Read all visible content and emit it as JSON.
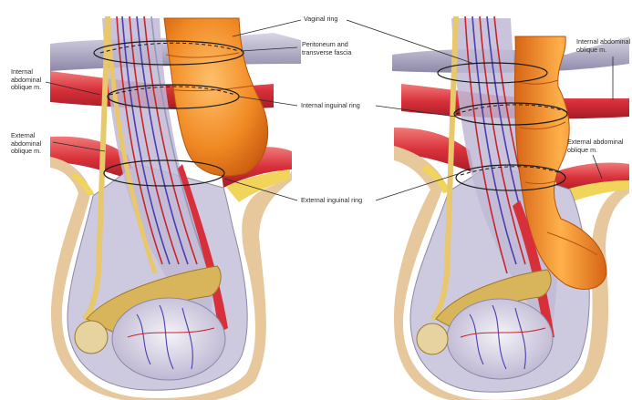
{
  "labels": {
    "vaginal_ring": "Vaginal ring",
    "peritoneum": [
      "Peritoneum and",
      "transverse fascia"
    ],
    "internal_oblique_left": [
      "Internal",
      "abdominal",
      "oblique m."
    ],
    "external_oblique_left": [
      "External",
      "abdominal",
      "oblique m."
    ],
    "internal_inguinal_ring": "Internal inguinal ring",
    "external_inguinal_ring": "External inguinal ring",
    "internal_oblique_right": [
      "Internal abdominal",
      "oblique m."
    ],
    "external_oblique_right": [
      "External abdominal",
      "oblique m."
    ]
  },
  "colors": {
    "muscle": "#d8303a",
    "fascia": "#b8b3c9",
    "sac": "#cdc9df",
    "skin": "#e7c79c",
    "fat": "#f1d45a",
    "intestine": "#f08a24",
    "vessel_red": "#c8242c",
    "vessel_blue": "#4b3fb0",
    "duct": "#e8c86a",
    "ring_line": "#1a1a1a"
  }
}
